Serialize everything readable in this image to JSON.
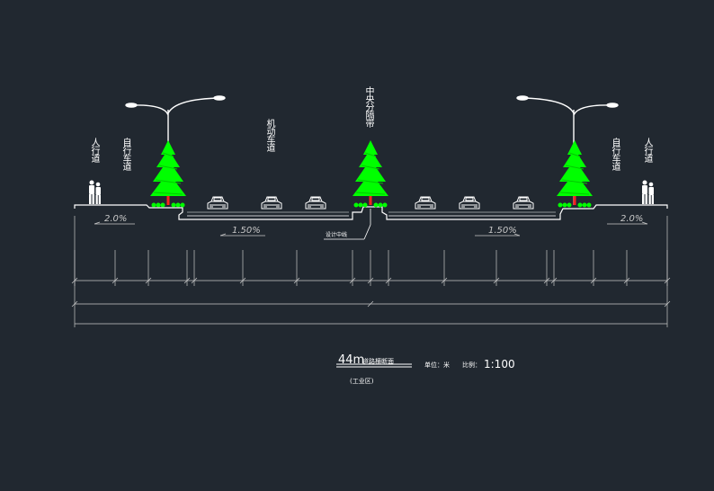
{
  "labels": {
    "sidewalk": "人行道",
    "bike_lane": "自行车道",
    "motor_lane": "机动车道",
    "median": "中央分隔带",
    "design_centerline": "设计中线"
  },
  "slopes": {
    "left_sidewalk": "2.0%",
    "left_carriageway": "1.50%",
    "right_carriageway": "1.50%",
    "right_sidewalk": "2.0%"
  },
  "title": {
    "width": "44m",
    "name": "道路横断面",
    "unit": "单位：米",
    "scale_label": "比例：",
    "scale_value": "1:100",
    "district": "(工业区)"
  },
  "colors": {
    "background": "#212830",
    "tree": "#00ff00",
    "line": "#ffffff",
    "dim": "#c8c8c8"
  }
}
